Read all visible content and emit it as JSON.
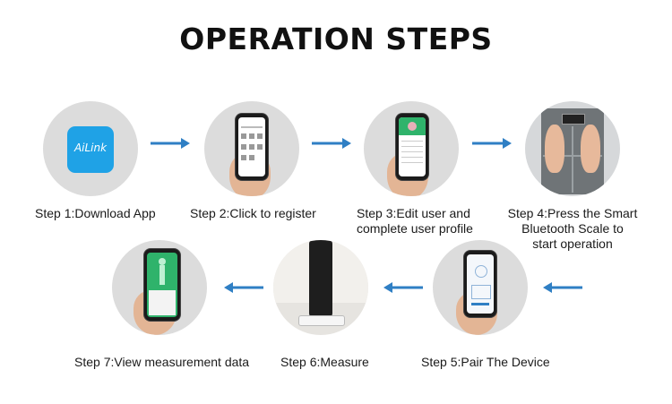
{
  "title": "OPERATION STEPS",
  "logo_text": "AiLink",
  "steps": [
    {
      "label": "Step 1:Download App"
    },
    {
      "label": "Step 2:Click to register"
    },
    {
      "label_lines": [
        "Step 3:Edit user and",
        "complete user profile"
      ]
    },
    {
      "label_lines": [
        "Step 4:Press the Smart",
        "Bluetooth Scale to",
        "start operation"
      ]
    },
    {
      "label": "Step 5:Pair The Device"
    },
    {
      "label": "Step 6:Measure"
    },
    {
      "label": "Step 7:View measurement data"
    }
  ],
  "colors": {
    "arrow": "#2f7fc4",
    "circle": "#dcdcdc",
    "logo_bg": "#1fa2e6",
    "app_green": "#2fb36b"
  }
}
